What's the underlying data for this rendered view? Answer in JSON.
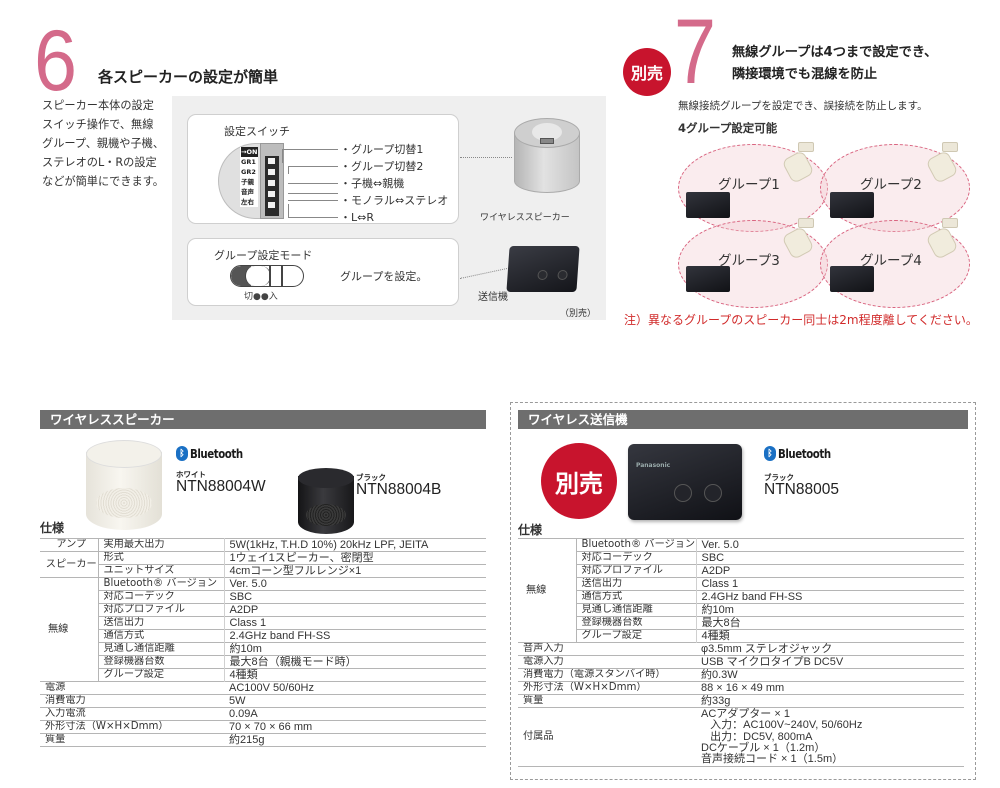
{
  "feature6": {
    "number": "6",
    "heading": "各スピーカーの設定が簡単",
    "description_lines": [
      "スピーカー本体の設定",
      "スイッチ操作で、無線",
      "グループ、親機や子機、",
      "ステレオのL・Rの設定",
      "などが簡単にできます。"
    ],
    "switch_card": {
      "title": "設定スイッチ",
      "switch_labels": [
        "→ON",
        "GR1",
        "GR2",
        "子親",
        "音声",
        "左右"
      ],
      "options": [
        "・グループ切替1",
        "・グループ切替2",
        "・子機⇔親機",
        "・モノラル⇔ステレオ",
        "・L⇔R"
      ]
    },
    "group_card": {
      "title": "グループ設定モード",
      "toggle_caption": "切●●入",
      "text": "グループを設定。"
    },
    "speaker_caption": "ワイヤレススピーカー",
    "transmitter_caption": "送信機",
    "sold_separately_caption": "（別売）"
  },
  "feature7": {
    "badge": "別売",
    "number": "7",
    "heading_line1": "無線グループは4つまで設定でき、",
    "heading_line2": "隣接環境でも混線を防止",
    "description": "無線接続グループを設定でき、誤接続を防止します。",
    "subheading": "4グループ設定可能",
    "groups": [
      "グループ1",
      "グループ2",
      "グループ3",
      "グループ4"
    ],
    "note": "注）異なるグループのスピーカー同士は2m程度離してください。",
    "colors": {
      "accent_pink": "#d46a8a",
      "badge_red": "#c8142d",
      "note_red": "#d12b2b",
      "dashed_pink": "#d9637f"
    }
  },
  "speaker_section": {
    "title": "ワイヤレススピーカー",
    "bluetooth_label": "Bluetooth",
    "bluetooth_reg": "®",
    "white": {
      "color_label": "ホワイト",
      "model": "NTN88004W"
    },
    "black": {
      "color_label": "ブラック",
      "model": "NTN88004B"
    },
    "spec_title": "仕様",
    "specs": [
      {
        "cat": "アンプ",
        "sub": "実用最大出力",
        "val": "5W(1kHz, T.H.D 10%) 20kHz LPF, JEITA"
      },
      {
        "cat": "スピーカー",
        "sub": "形式",
        "val": "1ウェイ1スピーカー、密閉型"
      },
      {
        "cat": "",
        "sub": "ユニットサイズ",
        "val": "4cmコーン型フルレンジ×1"
      },
      {
        "cat": "無線",
        "sub": "Bluetooth® バージョン",
        "val": "Ver. 5.0"
      },
      {
        "cat": "",
        "sub": "対応コーデック",
        "val": "SBC"
      },
      {
        "cat": "",
        "sub": "対応プロファイル",
        "val": "A2DP"
      },
      {
        "cat": "",
        "sub": "送信出力",
        "val": "Class 1"
      },
      {
        "cat": "",
        "sub": "通信方式",
        "val": "2.4GHz band FH-SS"
      },
      {
        "cat": "",
        "sub": "見通し通信距離",
        "val": "約10m"
      },
      {
        "cat": "",
        "sub": "登録機器台数",
        "val": "最大8台（親機モード時）"
      },
      {
        "cat": "",
        "sub": "グループ設定",
        "val": "4種類"
      },
      {
        "cat": "電源",
        "sub": "",
        "val": "AC100V 50/60Hz"
      },
      {
        "cat": "消費電力",
        "sub": "",
        "val": "5W"
      },
      {
        "cat": "入力電流",
        "sub": "",
        "val": "0.09A"
      },
      {
        "cat": "外形寸法（W×H×Dmm）",
        "sub": "",
        "val": "70 × 70 × 66 mm"
      },
      {
        "cat": "質量",
        "sub": "",
        "val": "約215g"
      }
    ]
  },
  "transmitter_section": {
    "title": "ワイヤレス送信機",
    "badge": "別売",
    "brand": "Panasonic",
    "bluetooth_label": "Bluetooth",
    "bluetooth_reg": "®",
    "black": {
      "color_label": "ブラック",
      "model": "NTN88005"
    },
    "spec_title": "仕様",
    "specs": [
      {
        "cat": "無線",
        "sub": "Bluetooth® バージョン",
        "val": "Ver. 5.0"
      },
      {
        "cat": "",
        "sub": "対応コーデック",
        "val": "SBC"
      },
      {
        "cat": "",
        "sub": "対応プロファイル",
        "val": "A2DP"
      },
      {
        "cat": "",
        "sub": "送信出力",
        "val": "Class 1"
      },
      {
        "cat": "",
        "sub": "通信方式",
        "val": "2.4GHz band FH-SS"
      },
      {
        "cat": "",
        "sub": "見通し通信距離",
        "val": "約10m"
      },
      {
        "cat": "",
        "sub": "登録機器台数",
        "val": "最大8台"
      },
      {
        "cat": "",
        "sub": "グループ設定",
        "val": "4種類"
      },
      {
        "cat": "音声入力",
        "sub": "",
        "val": "φ3.5mm ステレオジャック"
      },
      {
        "cat": "電源入力",
        "sub": "",
        "val": "USB マイクロタイプB DC5V"
      },
      {
        "cat": "消費電力（電源スタンバイ時）",
        "sub": "",
        "val": "約0.3W"
      },
      {
        "cat": "外形寸法（W×H×Dmm）",
        "sub": "",
        "val": "88 × 16 × 49 mm"
      },
      {
        "cat": "質量",
        "sub": "",
        "val": "約33g"
      },
      {
        "cat": "付属品",
        "sub": "",
        "val": "ACアダプター × 1\n   入力：AC100V~240V, 50/60Hz\n   出力：DC5V, 800mA\nDCケーブル × 1（1.2m）\n音声接続コード × 1（1.5m）"
      }
    ]
  }
}
